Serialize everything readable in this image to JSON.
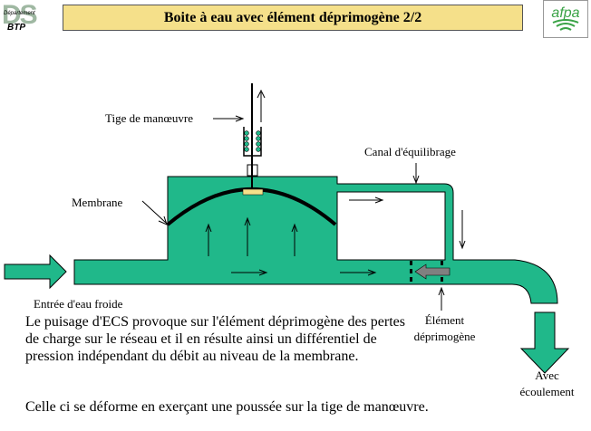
{
  "title": "Boite  à eau avec élément déprimogène 2/2",
  "logo_left": {
    "big": "DS",
    "small": "Département",
    "bottom": "BTP"
  },
  "logo_right": {
    "icon": "afpa-logo-icon",
    "text": "afpa"
  },
  "labels": {
    "tige": "Tige de manœuvre",
    "canal": "Canal d'équilibrage",
    "membrane": "Membrane",
    "entree": "Entrée d'eau froide",
    "element": "Élément\ndéprimogène",
    "avec": "Avec\nécoulement"
  },
  "paragraph1": "Le puisage d'ECS provoque sur l'élément déprimogène des pertes de charge sur le réseau et il en résulte ainsi un différentiel de pression indépendant du débit au niveau de la membrane.",
  "paragraph2": "Celle ci se déforme en exerçant une poussée sur la tige de manœuvre.",
  "colors": {
    "water": "#20b88a",
    "title_bg": "#f5e08a",
    "membrane": "#000000",
    "plug": "#808080",
    "logo_green": "#3aa346"
  }
}
